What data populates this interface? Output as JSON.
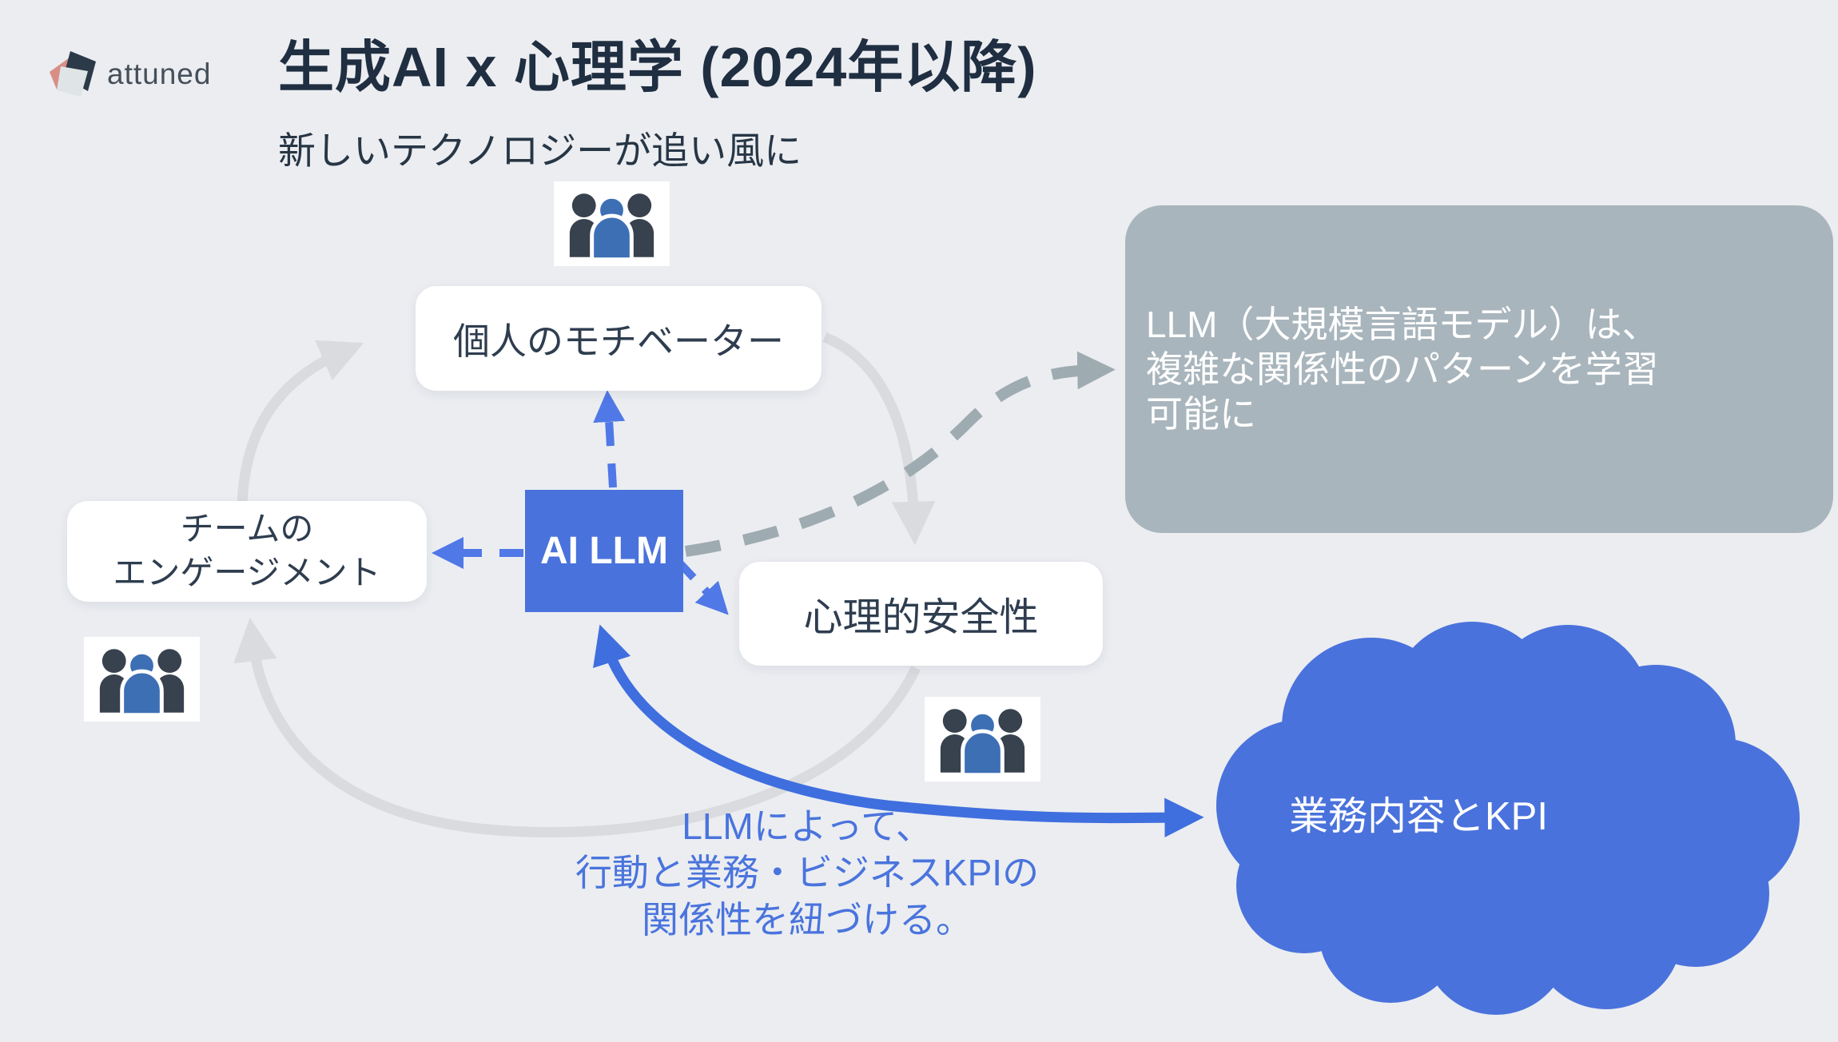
{
  "slide": {
    "brand": "attuned",
    "title": "生成AI x 心理学 (2024年以降)",
    "subtitle": "新しいテクノロジーが追い風に"
  },
  "nodes": {
    "personal_motivators": "個人のモチベーター",
    "team_engagement": "チームの\nエンゲージメント",
    "ai_llm": "AI LLM",
    "psychological_safety": "心理的安全性",
    "business_kpi_cloud": "業務内容とKPI"
  },
  "callout": {
    "text": "LLM（大規模言語モデル）は、\n複雑な関係性のパターンを学習\n可能に"
  },
  "caption": {
    "text": "LLMによって、\n行動と業務・ビジネスKPIの\n関係性を紐づける。"
  },
  "icons": {
    "logo_mark": "attuned-logo-icon",
    "people_group": "people-group-icon"
  },
  "colors": {
    "background": "#ebedf1",
    "title_text": "#1f2e40",
    "node_text": "#2e3d4f",
    "accent_blue": "#4a72dc",
    "dashed_blue_arrow": "#5078e6",
    "solid_blue_arrow": "#3f6edf",
    "caption_blue": "#4a74dd",
    "cycle_gray": "#d9dbde",
    "dashed_gray_arrow": "#9eabb1",
    "callout_gray": "#a9b5bc",
    "person_dark": "#38424e",
    "person_blue": "#3d6fb5"
  }
}
